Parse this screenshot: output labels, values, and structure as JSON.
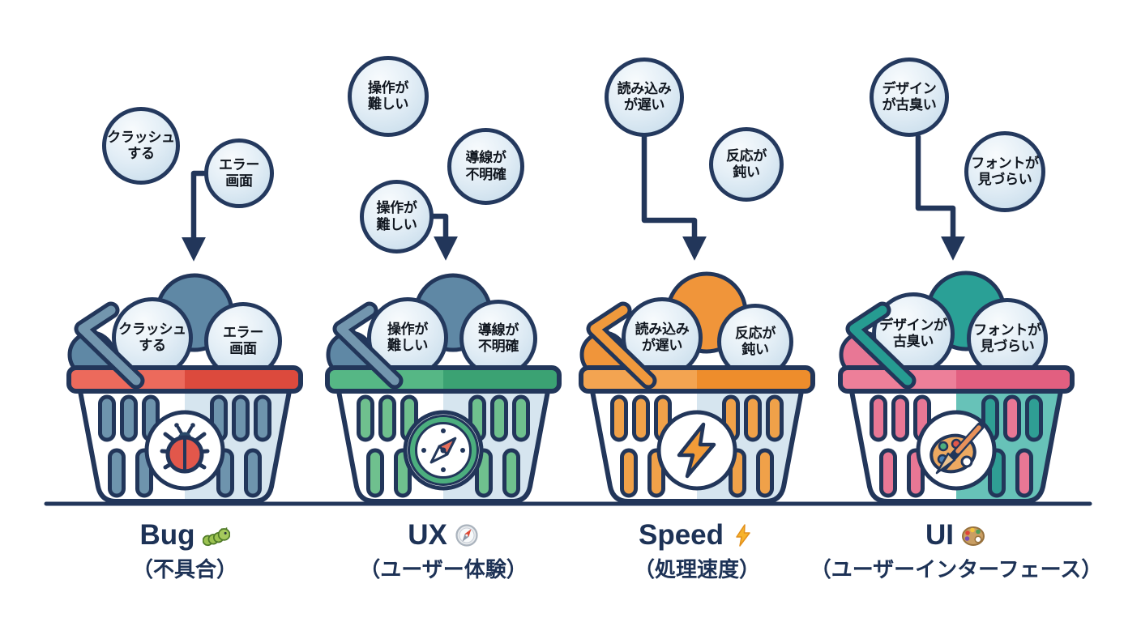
{
  "canvas": {
    "background": "#ffffff",
    "outline_color": "#22365a",
    "baseline_color": "#22365a",
    "bubble_fill": "#dcebf4",
    "bubble_border": "#24395e"
  },
  "groups": [
    {
      "id": "bug",
      "label": {
        "title": "Bug",
        "emoji": "🐛",
        "subtitle": "（不具合）"
      },
      "badge_icon": "ladybug-icon",
      "colors": {
        "rim_left": "#ec6a5c",
        "rim_right": "#dc4a3d",
        "slot": "#6e94ad",
        "handle": "#7396ae",
        "ball": "#5f88a5",
        "body_tint": "#d6e5ef",
        "badge_accent": "#e2574b"
      },
      "floating_bubbles": [
        {
          "line1": "クラッシュ",
          "line2": "する"
        },
        {
          "line1": "エラー",
          "line2": "画面"
        }
      ],
      "basket_bubbles": [
        {
          "line1": "クラッシュ",
          "line2": "する"
        },
        {
          "line1": "エラー",
          "line2": "画面"
        }
      ]
    },
    {
      "id": "ux",
      "label": {
        "title": "UX",
        "emoji": "🧭",
        "subtitle": "（ユーザー体験）"
      },
      "badge_icon": "compass-icon",
      "colors": {
        "rim_left": "#56b785",
        "rim_right": "#3ba273",
        "slot": "#6fc08e",
        "handle": "#7396ae",
        "ball": "#5f88a5",
        "body_tint": "#d6e5ef",
        "badge_accent": "#4cae7e"
      },
      "floating_bubbles": [
        {
          "line1": "操作が",
          "line2": "難しい"
        },
        {
          "line1": "導線が",
          "line2": "不明確"
        },
        {
          "line1": "操作が",
          "line2": "難しい"
        }
      ],
      "basket_bubbles": [
        {
          "line1": "操作が",
          "line2": "難しい"
        },
        {
          "line1": "導線が",
          "line2": "不明確"
        }
      ]
    },
    {
      "id": "speed",
      "label": {
        "title": "Speed",
        "emoji": "⚡",
        "subtitle": "（処理速度）"
      },
      "badge_icon": "lightning-icon",
      "colors": {
        "rim_left": "#f3a451",
        "rim_right": "#ee8d2c",
        "slot": "#f0a149",
        "handle": "#f0993c",
        "ball": "#f0953a",
        "body_tint": "#d6e5ef",
        "badge_accent": "#f29b38"
      },
      "floating_bubbles": [
        {
          "line1": "読み込み",
          "line2": "が遅い"
        },
        {
          "line1": "反応が",
          "line2": "鈍い"
        }
      ],
      "basket_bubbles": [
        {
          "line1": "読み込み",
          "line2": "が遅い"
        },
        {
          "line1": "反応が",
          "line2": "鈍い"
        }
      ]
    },
    {
      "id": "ui",
      "label": {
        "title": "UI",
        "emoji": "🎨",
        "subtitle": "（ユーザーインターフェース）"
      },
      "badge_icon": "palette-icon",
      "colors": {
        "rim_left": "#ed7f99",
        "rim_right": "#e25f80",
        "slot_pink": "#e87795",
        "slot_teal": "#2f9e94",
        "handle": "#269b91",
        "ball": "#2aa096",
        "body_tint": "#67c2b8",
        "badge_accent": "#eda961"
      },
      "floating_bubbles": [
        {
          "line1": "デザイン",
          "line2": "が古臭い"
        },
        {
          "line1": "フォントが",
          "line2": "見づらい"
        }
      ],
      "basket_bubbles": [
        {
          "line1": "デザインが",
          "line2": "古臭い"
        },
        {
          "line1": "フォントが",
          "line2": "見づらい"
        }
      ]
    }
  ]
}
